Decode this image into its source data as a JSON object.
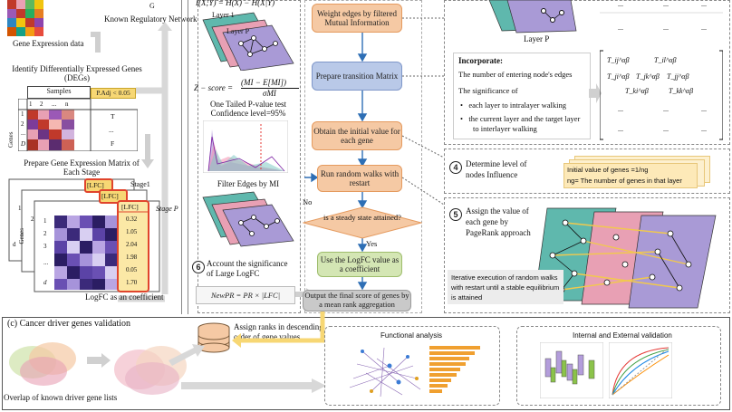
{
  "left": {
    "gene_expression_label": "Gene Expression data",
    "known_network_label": "Known Regulatory Network",
    "g_label": "G",
    "deg_title_1": "Identify Differentially Expressed Genes",
    "deg_title_2": "(DEGs)",
    "samples_label": "Samples",
    "padj_label": "P.Adj < 0.05",
    "genes_label": "Genes",
    "row_labels": [
      "1",
      "2",
      "...",
      "D"
    ],
    "col_labels": [
      "1",
      "2",
      "...",
      "n"
    ],
    "row_values": [
      "T",
      "...",
      "F"
    ],
    "prepare_title_1": "Prepare Gene Expression Matrix of",
    "prepare_title_2": "Each Stage",
    "lfc_label": "[LFC]",
    "stage1_label": "Stage1",
    "stagep_label": "Stage P",
    "lfc_values": [
      "0.32",
      "1.05",
      "2.04",
      "1.98",
      "0.05",
      "1.70"
    ],
    "lfc_rows": [
      "1",
      "2",
      "3",
      "...",
      "d"
    ],
    "logfc_caption": "LogFC as an coefficient"
  },
  "middle": {
    "formula_top": "I(X;Y) = H(X) − H(X|Y)",
    "layer1": "Layer 1",
    "layerp": "Layer P",
    "zscore_lhs": "Z − score =",
    "zscore_num": "(MI − E[MI])",
    "zscore_den": "σMI",
    "ttest_1": "One Tailed P-value test",
    "ttest_2": "Confidence level=95%",
    "filter_label": "Filter Edges by MI",
    "step6_num": "6",
    "step6_1": "Account the significance",
    "step6_2": "of Large LogFC",
    "newpr": "NewPR = PR × |LFC|"
  },
  "flow": {
    "weight": "Weight edges by filtered Mutual Information",
    "transition": "Prepare transition Matrix",
    "initial": "Obtain the initial value for each gene",
    "random_walk": "Run random walks with restart",
    "steady": "is a steady state attained?",
    "no": "No",
    "yes": "Yes",
    "logfc": "Use the LogFC value as a coefficient",
    "final": "Output the final score of genes by a mean rank aggregation"
  },
  "right": {
    "layerp": "Layer P",
    "incorporate_title": "Incorporate:",
    "incorporate_line1": "The number of entering node's edges",
    "incorporate_line2": "The significance of",
    "bullet1": "each layer to intralayer walking",
    "bullet2_1": "the current layer and the target layer",
    "bullet2_2": "to interlayer walking",
    "matrix": [
      [
        "T_ij^αβ",
        "T_il^αβ"
      ],
      [
        "T_ji^αβ",
        "T_jk^αβ",
        "T_jj^αβ"
      ],
      [
        "T_ki^αβ",
        "T_kk^αβ"
      ]
    ],
    "dots": "...",
    "step4_num": "4",
    "step4_1": "Determine level of",
    "step4_2": "nodes Influence",
    "init_line1": "Initial value of genes =1/ng",
    "init_line2": "ng= The number of genes in that layer",
    "step5_num": "5",
    "step5_1": "Assign the value of",
    "step5_2": "each gene by",
    "step5_3": "PageRank approach",
    "iter_1": "Iterative execution of random walks",
    "iter_2": "with restart until a stable equilibrium",
    "iter_3": "is attained"
  },
  "bottom": {
    "section_title": "(c) Cancer driver genes validation",
    "assign_1": "Assign ranks in descending",
    "assign_2": "order of gene values",
    "overlap": "Overlap of known driver gene lists",
    "functional": "Functional analysis",
    "validation": "Internal and External validation"
  },
  "colors": {
    "orange": "#f5c9a4",
    "blue": "#b9c9e8",
    "green": "#d4e6b4",
    "teal": "#5fb8ad",
    "pink": "#e8a0b4",
    "purple": "#a99ad6",
    "yellow": "#f7d774",
    "red_border": "#e0442c"
  }
}
